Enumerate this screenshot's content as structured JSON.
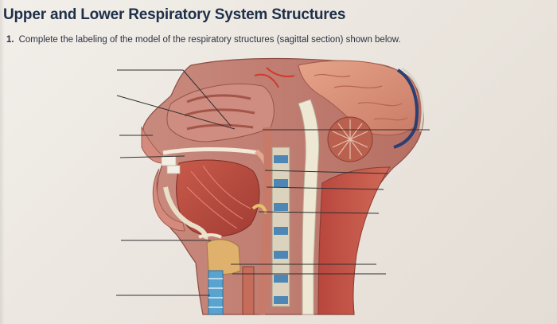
{
  "header": {
    "title": "Upper and Lower Respiratory System Structures"
  },
  "question": {
    "number": "1.",
    "text": "Complete the labeling of the model of the respiratory structures (sagittal section) shown below."
  },
  "figure": {
    "label_line_count": 12
  }
}
